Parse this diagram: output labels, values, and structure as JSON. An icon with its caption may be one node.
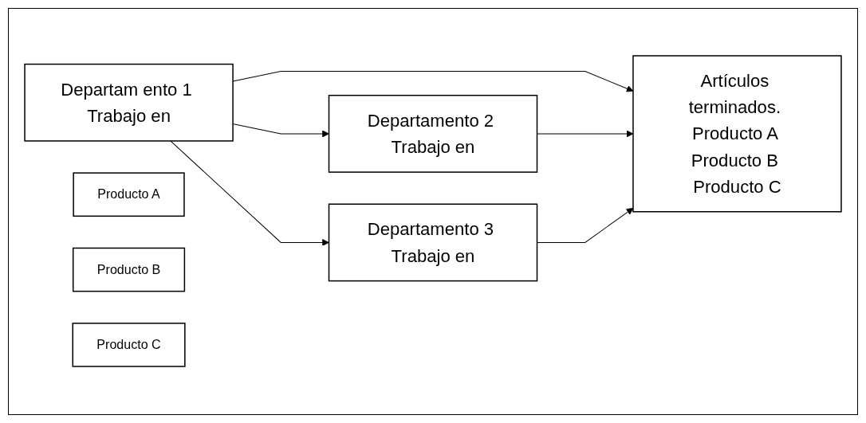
{
  "diagram": {
    "nodes": [
      {
        "text": [
          "Departam ento 1 Trabajo en"
        ]
      },
      {
        "text": [
          "Producto A"
        ]
      },
      {
        "text": [
          "Artículos terminados. Producto A Producto B Producto C"
        ]
      },
      {
        "text": [
          "Producto B"
        ]
      },
      {
        "text": [
          "Departamento 2 Trabajo en"
        ]
      },
      {
        "text": [
          "Producto C"
        ]
      },
      {
        "text": [
          "Departamento 3 Trabajo en"
        ]
      }
    ],
    "edges": [
      {
        "from": 0,
        "to": 2,
        "arrow": "to"
      },
      {
        "from": 0,
        "to": 4,
        "arrow": "to"
      },
      {
        "from": 0,
        "to": 6,
        "arrow": "to"
      },
      {
        "from": 4,
        "to": 2,
        "arrow": "to"
      },
      {
        "from": 6,
        "to": 2,
        "arrow": "to"
      }
    ]
  }
}
